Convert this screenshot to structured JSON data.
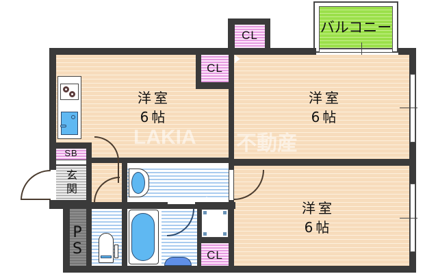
{
  "floorplan": {
    "rooms": [
      {
        "id": "western-room-1",
        "name": "洋室",
        "size": "6帖"
      },
      {
        "id": "western-room-2",
        "name": "洋室",
        "size": "6帖"
      },
      {
        "id": "western-room-3",
        "name": "洋室",
        "size": "6帖"
      }
    ],
    "closets": [
      {
        "id": "cl-top",
        "label": "CL"
      },
      {
        "id": "cl-room1",
        "label": "CL"
      },
      {
        "id": "cl-bottom",
        "label": "CL"
      }
    ],
    "balcony": {
      "label": "バルコニー"
    },
    "shoe_box": {
      "label": "SB"
    },
    "entrance": {
      "label": "玄関"
    },
    "pipe_space": {
      "label": "PS"
    },
    "watermark": {
      "left": "LAKIA",
      "right": "不動産"
    },
    "colors": {
      "wall": "#3a3a3a",
      "wood_floor": "#f7dcbc",
      "wet_area": "#a8cbef",
      "closet": "#e59ae0",
      "balcony": "#9be04a",
      "fixture_blue": "#5fb8f2"
    }
  }
}
